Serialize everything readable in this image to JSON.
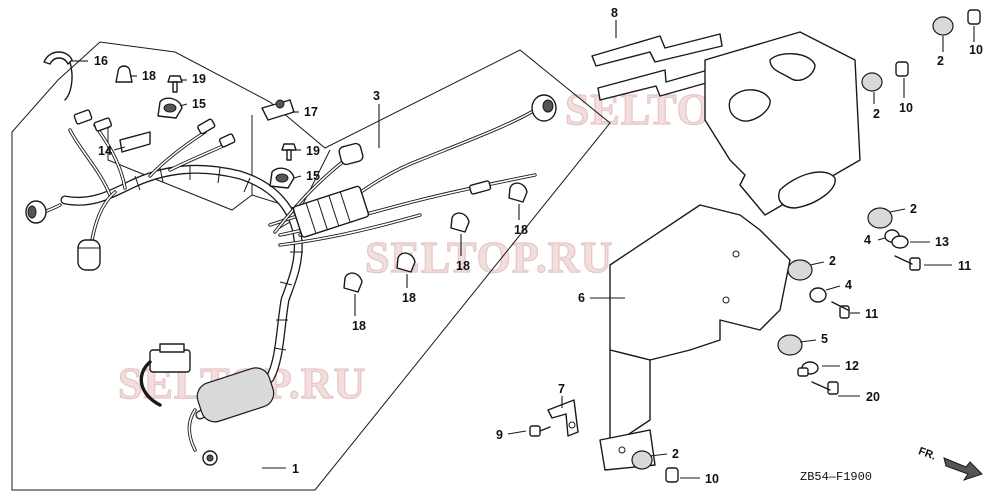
{
  "watermark": "SELTOP.RU",
  "diagram_code": "ZB54—F1900",
  "direction_label": "FR.",
  "callouts": [
    {
      "id": "c1",
      "number": "1"
    },
    {
      "id": "c2a",
      "number": "2"
    },
    {
      "id": "c2b",
      "number": "2"
    },
    {
      "id": "c2c",
      "number": "2"
    },
    {
      "id": "c2d",
      "number": "2"
    },
    {
      "id": "c2e",
      "number": "2"
    },
    {
      "id": "c3",
      "number": "3"
    },
    {
      "id": "c4a",
      "number": "4"
    },
    {
      "id": "c4b",
      "number": "4"
    },
    {
      "id": "c5",
      "number": "5"
    },
    {
      "id": "c6",
      "number": "6"
    },
    {
      "id": "c7",
      "number": "7"
    },
    {
      "id": "c8",
      "number": "8"
    },
    {
      "id": "c9",
      "number": "9"
    },
    {
      "id": "c10a",
      "number": "10"
    },
    {
      "id": "c10b",
      "number": "10"
    },
    {
      "id": "c10c",
      "number": "10"
    },
    {
      "id": "c11a",
      "number": "11"
    },
    {
      "id": "c11b",
      "number": "11"
    },
    {
      "id": "c12",
      "number": "12"
    },
    {
      "id": "c13",
      "number": "13"
    },
    {
      "id": "c14",
      "number": "14"
    },
    {
      "id": "c15a",
      "number": "15"
    },
    {
      "id": "c15b",
      "number": "15"
    },
    {
      "id": "c16",
      "number": "16"
    },
    {
      "id": "c17",
      "number": "17"
    },
    {
      "id": "c18a",
      "number": "18"
    },
    {
      "id": "c18b",
      "number": "18"
    },
    {
      "id": "c18c",
      "number": "18"
    },
    {
      "id": "c18d",
      "number": "18"
    },
    {
      "id": "c18e",
      "number": "18"
    },
    {
      "id": "c19a",
      "number": "19"
    },
    {
      "id": "c19b",
      "number": "19"
    },
    {
      "id": "c20",
      "number": "20"
    }
  ]
}
